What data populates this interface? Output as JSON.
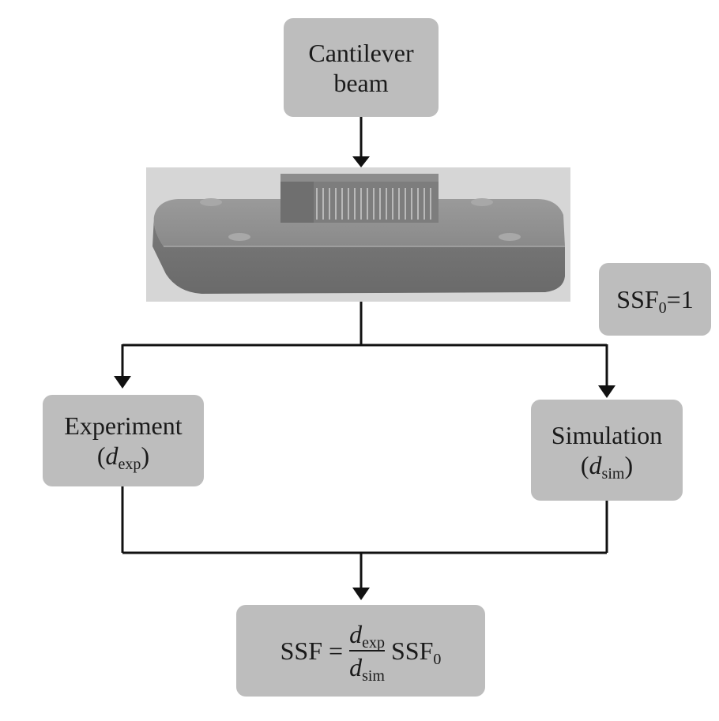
{
  "top_box": {
    "line1": "Cantilever",
    "line2": "beam"
  },
  "ssf0_box": {
    "base": "SSF",
    "sub": "0",
    "rest": "=1"
  },
  "experiment_box": {
    "title": "Experiment",
    "open": "(",
    "var": "d",
    "sub": "exp",
    "close": ")"
  },
  "simulation_box": {
    "title": "Simulation",
    "open": "(",
    "var": "d",
    "sub": "sim",
    "close": ")"
  },
  "result_box": {
    "lhs": "SSF =",
    "num_var": "d",
    "num_sub": "exp",
    "den_var": "d",
    "den_sub": "sim",
    "rhs_base": "SSF",
    "rhs_sub": "0"
  },
  "colors": {
    "box_fill": "#bdbdbd",
    "line": "#111111",
    "model_bg": "#d6d6d6",
    "model_plate": "#8f8f8f"
  }
}
